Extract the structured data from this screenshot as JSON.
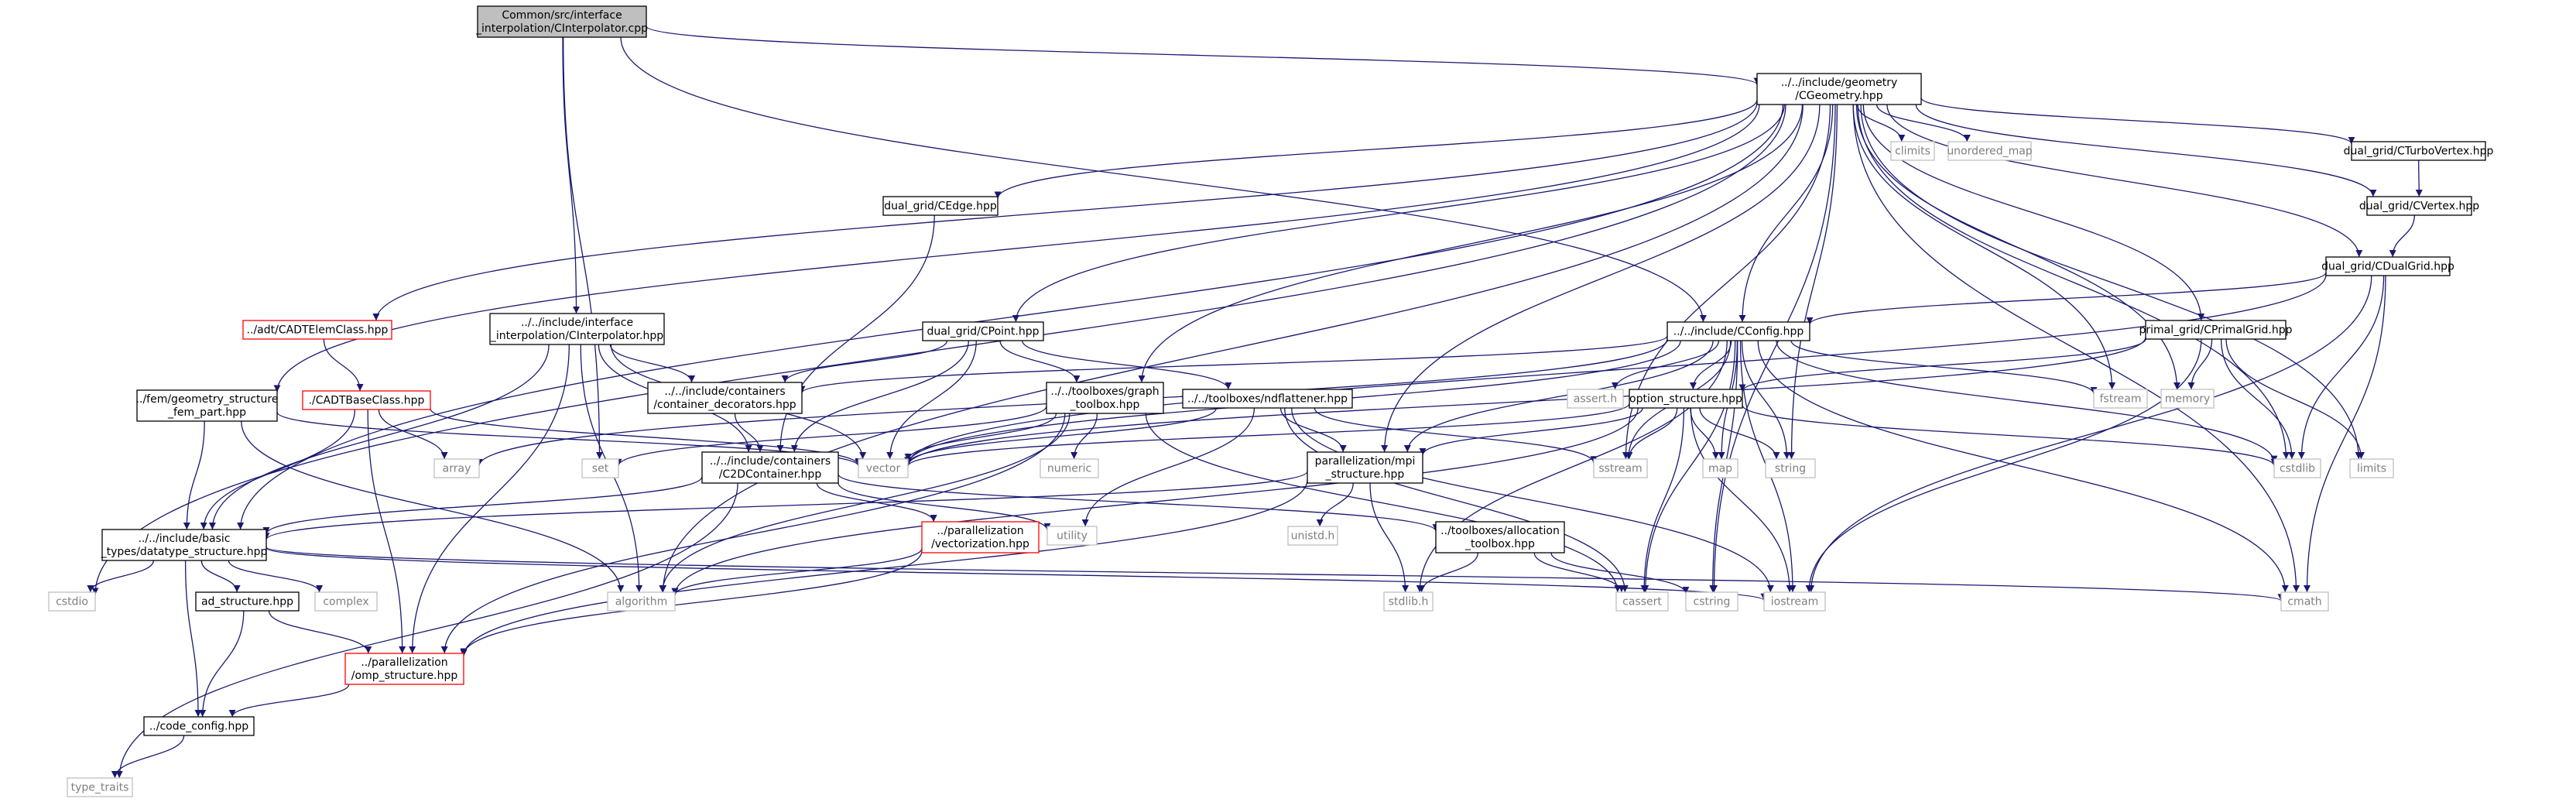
{
  "colors": {
    "edge": "#191970",
    "documented": "#000000",
    "undocumented": "#ff0000",
    "external": "#bfbfbf",
    "root_fill": "#bfbfbf"
  },
  "nodes": [
    {
      "id": "root",
      "kind": "root",
      "lines": [
        "Common/src/interface",
        "_interpolation/CInterpolator.cpp"
      ]
    },
    {
      "id": "geometry",
      "kind": "black",
      "lines": [
        "../../include/geometry",
        "/CGeometry.hpp"
      ]
    },
    {
      "id": "interp_hpp",
      "kind": "black",
      "lines": [
        "../../include/interface",
        "_interpolation/CInterpolator.hpp"
      ]
    },
    {
      "id": "cadtelem",
      "kind": "red",
      "lines": [
        "../adt/CADTElemClass.hpp"
      ]
    },
    {
      "id": "cadtbase",
      "kind": "red",
      "lines": [
        "./CADTBaseClass.hpp"
      ]
    },
    {
      "id": "fem",
      "kind": "black",
      "lines": [
        "../fem/geometry_structure",
        "_fem_part.hpp"
      ]
    },
    {
      "id": "datatype",
      "kind": "black",
      "lines": [
        "../../include/basic",
        "_types/datatype_structure.hpp"
      ]
    },
    {
      "id": "ad_structure",
      "kind": "black",
      "lines": [
        "ad_structure.hpp"
      ]
    },
    {
      "id": "omp",
      "kind": "red",
      "lines": [
        "../parallelization",
        "/omp_structure.hpp"
      ]
    },
    {
      "id": "code_config",
      "kind": "black",
      "lines": [
        "../code_config.hpp"
      ]
    },
    {
      "id": "type_traits",
      "kind": "grey",
      "lines": [
        "type_traits"
      ]
    },
    {
      "id": "cstdio",
      "kind": "grey",
      "lines": [
        "cstdio"
      ]
    },
    {
      "id": "complex",
      "kind": "grey",
      "lines": [
        "complex"
      ]
    },
    {
      "id": "algorithm",
      "kind": "grey",
      "lines": [
        "algorithm"
      ]
    },
    {
      "id": "array",
      "kind": "grey",
      "lines": [
        "array"
      ]
    },
    {
      "id": "set",
      "kind": "grey",
      "lines": [
        "set"
      ]
    },
    {
      "id": "vector",
      "kind": "grey",
      "lines": [
        "vector"
      ]
    },
    {
      "id": "utility",
      "kind": "grey",
      "lines": [
        "utility"
      ]
    },
    {
      "id": "numeric",
      "kind": "grey",
      "lines": [
        "numeric"
      ]
    },
    {
      "id": "c2d",
      "kind": "black",
      "lines": [
        "../../include/containers",
        "/C2DContainer.hpp"
      ]
    },
    {
      "id": "container_dec",
      "kind": "black",
      "lines": [
        "../../include/containers",
        "/container_decorators.hpp"
      ]
    },
    {
      "id": "vectorization",
      "kind": "red",
      "lines": [
        "../parallelization",
        "/vectorization.hpp"
      ]
    },
    {
      "id": "cedge",
      "kind": "black",
      "lines": [
        "dual_grid/CEdge.hpp"
      ]
    },
    {
      "id": "cpoint",
      "kind": "black",
      "lines": [
        "dual_grid/CPoint.hpp"
      ]
    },
    {
      "id": "graph_toolbox",
      "kind": "black",
      "lines": [
        "../../toolboxes/graph",
        "_toolbox.hpp"
      ]
    },
    {
      "id": "ndflattener",
      "kind": "black",
      "lines": [
        "../../toolboxes/ndflattener.hpp"
      ]
    },
    {
      "id": "unistd",
      "kind": "grey",
      "lines": [
        "unistd.h"
      ]
    },
    {
      "id": "alloc_toolbox",
      "kind": "black",
      "lines": [
        "../toolboxes/allocation",
        "_toolbox.hpp"
      ]
    },
    {
      "id": "mpi",
      "kind": "black",
      "lines": [
        "parallelization/mpi",
        "_structure.hpp"
      ]
    },
    {
      "id": "stdlib",
      "kind": "grey",
      "lines": [
        "stdlib.h"
      ]
    },
    {
      "id": "cconfig",
      "kind": "black",
      "lines": [
        "../../include/CConfig.hpp"
      ]
    },
    {
      "id": "asserth",
      "kind": "grey",
      "lines": [
        "assert.h"
      ]
    },
    {
      "id": "option",
      "kind": "black",
      "lines": [
        "option_structure.hpp"
      ]
    },
    {
      "id": "sstream",
      "kind": "grey",
      "lines": [
        "sstream"
      ]
    },
    {
      "id": "map",
      "kind": "grey",
      "lines": [
        "map"
      ]
    },
    {
      "id": "string",
      "kind": "grey",
      "lines": [
        "string"
      ]
    },
    {
      "id": "cassert",
      "kind": "grey",
      "lines": [
        "cassert"
      ]
    },
    {
      "id": "cstring",
      "kind": "grey",
      "lines": [
        "cstring"
      ]
    },
    {
      "id": "iostream",
      "kind": "grey",
      "lines": [
        "iostream"
      ]
    },
    {
      "id": "cmath",
      "kind": "grey",
      "lines": [
        "cmath"
      ]
    },
    {
      "id": "climits",
      "kind": "grey",
      "lines": [
        "climits"
      ]
    },
    {
      "id": "unordered_map",
      "kind": "grey",
      "lines": [
        "unordered_map"
      ]
    },
    {
      "id": "fstream",
      "kind": "grey",
      "lines": [
        "fstream"
      ]
    },
    {
      "id": "memory",
      "kind": "grey",
      "lines": [
        "memory"
      ]
    },
    {
      "id": "cstdlib",
      "kind": "grey",
      "lines": [
        "cstdlib"
      ]
    },
    {
      "id": "limits",
      "kind": "grey",
      "lines": [
        "limits"
      ]
    },
    {
      "id": "primal",
      "kind": "black",
      "lines": [
        "primal_grid/CPrimalGrid.hpp"
      ]
    },
    {
      "id": "turbovertex",
      "kind": "black",
      "lines": [
        "dual_grid/CTurboVertex.hpp"
      ]
    },
    {
      "id": "cvertex",
      "kind": "black",
      "lines": [
        "dual_grid/CVertex.hpp"
      ]
    },
    {
      "id": "dualgrid",
      "kind": "black",
      "lines": [
        "dual_grid/CDualGrid.hpp"
      ]
    }
  ],
  "edges": [
    [
      "root",
      "geometry"
    ],
    [
      "root",
      "interp_hpp"
    ],
    [
      "root",
      "cconfig"
    ],
    [
      "root",
      "set"
    ],
    [
      "geometry",
      "cconfig"
    ],
    [
      "geometry",
      "cadtelem"
    ],
    [
      "geometry",
      "fem"
    ],
    [
      "geometry",
      "cedge"
    ],
    [
      "geometry",
      "cpoint"
    ],
    [
      "geometry",
      "graph_toolbox"
    ],
    [
      "geometry",
      "mpi"
    ],
    [
      "geometry",
      "climits"
    ],
    [
      "geometry",
      "unordered_map"
    ],
    [
      "geometry",
      "string"
    ],
    [
      "geometry",
      "sstream"
    ],
    [
      "geometry",
      "fstream"
    ],
    [
      "geometry",
      "memory"
    ],
    [
      "geometry",
      "cstring"
    ],
    [
      "geometry",
      "primal"
    ],
    [
      "geometry",
      "turbovertex"
    ],
    [
      "geometry",
      "cvertex"
    ],
    [
      "geometry",
      "dualgrid"
    ],
    [
      "geometry",
      "cstdlib"
    ],
    [
      "geometry",
      "limits"
    ],
    [
      "geometry",
      "cmath"
    ],
    [
      "geometry",
      "algorithm"
    ],
    [
      "geometry",
      "cstdio"
    ],
    [
      "geometry",
      "datatype"
    ],
    [
      "interp_hpp",
      "container_dec"
    ],
    [
      "interp_hpp",
      "c2d"
    ],
    [
      "interp_hpp",
      "vector"
    ],
    [
      "interp_hpp",
      "datatype"
    ],
    [
      "interp_hpp",
      "algorithm"
    ],
    [
      "interp_hpp",
      "omp"
    ],
    [
      "cadtelem",
      "cadtbase"
    ],
    [
      "cadtbase",
      "vector"
    ],
    [
      "cadtbase",
      "array"
    ],
    [
      "cadtbase",
      "datatype"
    ],
    [
      "cadtbase",
      "omp"
    ],
    [
      "fem",
      "datatype"
    ],
    [
      "fem",
      "vector"
    ],
    [
      "fem",
      "algorithm"
    ],
    [
      "datatype",
      "cstdio"
    ],
    [
      "datatype",
      "complex"
    ],
    [
      "datatype",
      "ad_structure"
    ],
    [
      "datatype",
      "code_config"
    ],
    [
      "datatype",
      "iostream"
    ],
    [
      "datatype",
      "cmath"
    ],
    [
      "ad_structure",
      "omp"
    ],
    [
      "ad_structure",
      "code_config"
    ],
    [
      "omp",
      "code_config"
    ],
    [
      "code_config",
      "type_traits"
    ],
    [
      "c2d",
      "datatype"
    ],
    [
      "c2d",
      "utility"
    ],
    [
      "c2d",
      "vectorization"
    ],
    [
      "c2d",
      "alloc_toolbox"
    ],
    [
      "c2d",
      "type_traits"
    ],
    [
      "container_dec",
      "c2d"
    ],
    [
      "vectorization",
      "algorithm"
    ],
    [
      "vectorization",
      "omp"
    ],
    [
      "cedge",
      "c2d"
    ],
    [
      "cpoint",
      "container_dec"
    ],
    [
      "cpoint",
      "c2d"
    ],
    [
      "cpoint",
      "vector"
    ],
    [
      "cpoint",
      "graph_toolbox"
    ],
    [
      "cpoint",
      "ndflattener"
    ],
    [
      "graph_toolbox",
      "vector"
    ],
    [
      "graph_toolbox",
      "set"
    ],
    [
      "graph_toolbox",
      "numeric"
    ],
    [
      "graph_toolbox",
      "algorithm"
    ],
    [
      "graph_toolbox",
      "cassert"
    ],
    [
      "graph_toolbox",
      "omp"
    ],
    [
      "ndflattener",
      "vector"
    ],
    [
      "ndflattener",
      "mpi"
    ],
    [
      "ndflattener",
      "utility"
    ],
    [
      "ndflattener",
      "iostream"
    ],
    [
      "ndflattener",
      "cassert"
    ],
    [
      "ndflattener",
      "sstream"
    ],
    [
      "alloc_toolbox",
      "stdlib"
    ],
    [
      "alloc_toolbox",
      "cstring"
    ],
    [
      "alloc_toolbox",
      "cassert"
    ],
    [
      "mpi",
      "datatype"
    ],
    [
      "mpi",
      "stdlib"
    ],
    [
      "mpi",
      "unistd"
    ],
    [
      "mpi",
      "omp"
    ],
    [
      "cconfig",
      "container_dec"
    ],
    [
      "cconfig",
      "vector"
    ],
    [
      "cconfig",
      "array"
    ],
    [
      "cconfig",
      "asserth"
    ],
    [
      "cconfig",
      "option"
    ],
    [
      "cconfig",
      "sstream"
    ],
    [
      "cconfig",
      "map"
    ],
    [
      "cconfig",
      "string"
    ],
    [
      "cconfig",
      "cstring"
    ],
    [
      "cconfig",
      "iostream"
    ],
    [
      "cconfig",
      "cmath"
    ],
    [
      "cconfig",
      "fstream"
    ],
    [
      "cconfig",
      "cstdlib"
    ],
    [
      "cconfig",
      "mpi"
    ],
    [
      "cconfig",
      "cassert"
    ],
    [
      "cconfig",
      "stdlib"
    ],
    [
      "option",
      "mpi"
    ],
    [
      "option",
      "vector"
    ],
    [
      "option",
      "sstream"
    ],
    [
      "option",
      "map"
    ],
    [
      "option",
      "string"
    ],
    [
      "option",
      "iostream"
    ],
    [
      "option",
      "cassert"
    ],
    [
      "option",
      "cstdlib"
    ],
    [
      "option",
      "algorithm"
    ],
    [
      "primal",
      "option"
    ],
    [
      "primal",
      "memory"
    ],
    [
      "primal",
      "cstdlib"
    ],
    [
      "primal",
      "limits"
    ],
    [
      "primal",
      "iostream"
    ],
    [
      "primal",
      "vector"
    ],
    [
      "turbovertex",
      "cvertex"
    ],
    [
      "cvertex",
      "dualgrid"
    ],
    [
      "dualgrid",
      "cconfig"
    ],
    [
      "dualgrid",
      "cstdlib"
    ],
    [
      "dualgrid",
      "cmath"
    ],
    [
      "dualgrid",
      "iostream"
    ],
    [
      "dualgrid",
      "vector"
    ]
  ]
}
